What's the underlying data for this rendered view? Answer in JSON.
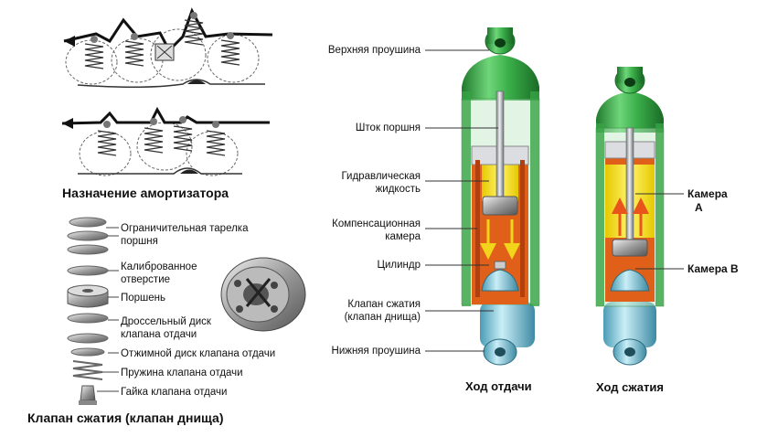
{
  "top_left": {
    "heading": "Назначение амортизатора"
  },
  "valve_parts": {
    "heading": "Клапан сжатия (клапан днища)",
    "labels": {
      "limit_plate_1": "Ограничительная тарелка",
      "limit_plate_2": "поршня",
      "calibrated_1": "Калиброванное",
      "calibrated_2": "отверстие",
      "piston": "Поршень",
      "throttle_1": "Дроссельный диск",
      "throttle_2": "клапана отдачи",
      "press_disc": "Отжимной диск клапана отдачи",
      "spring": "Пружина клапана отдачи",
      "nut": "Гайка клапана отдачи"
    }
  },
  "shock_absorber": {
    "labels": {
      "upper_eye": "Верхняя проушина",
      "piston_rod": "Шток поршня",
      "fluid_1": "Гидравлическая",
      "fluid_2": "жидкость",
      "comp_chamber_1": "Компенсационная",
      "comp_chamber_2": "камера",
      "cylinder": "Цилиндр",
      "comp_valve_1": "Клапан сжатия",
      "comp_valve_2": "(клапан днища)",
      "lower_eye": "Нижняя проушина"
    },
    "chamber_a_1": "Камера",
    "chamber_a_2": "А",
    "chamber_b": "Камера В",
    "caption_rebound": "Ход отдачи",
    "caption_compression": "Ход сжатия"
  },
  "colors": {
    "housing_green": "#3bb04a",
    "cylinder_orange": "#e0601a",
    "fluid_yellow": "#f2e21a",
    "valve_blue": "#7fc6d8",
    "rod_gray": "#b8bcc0"
  },
  "icons": [
    "spring-icon",
    "road-line-icon",
    "valve-disc-icon",
    "piston-3d-icon",
    "arrow-icon"
  ]
}
